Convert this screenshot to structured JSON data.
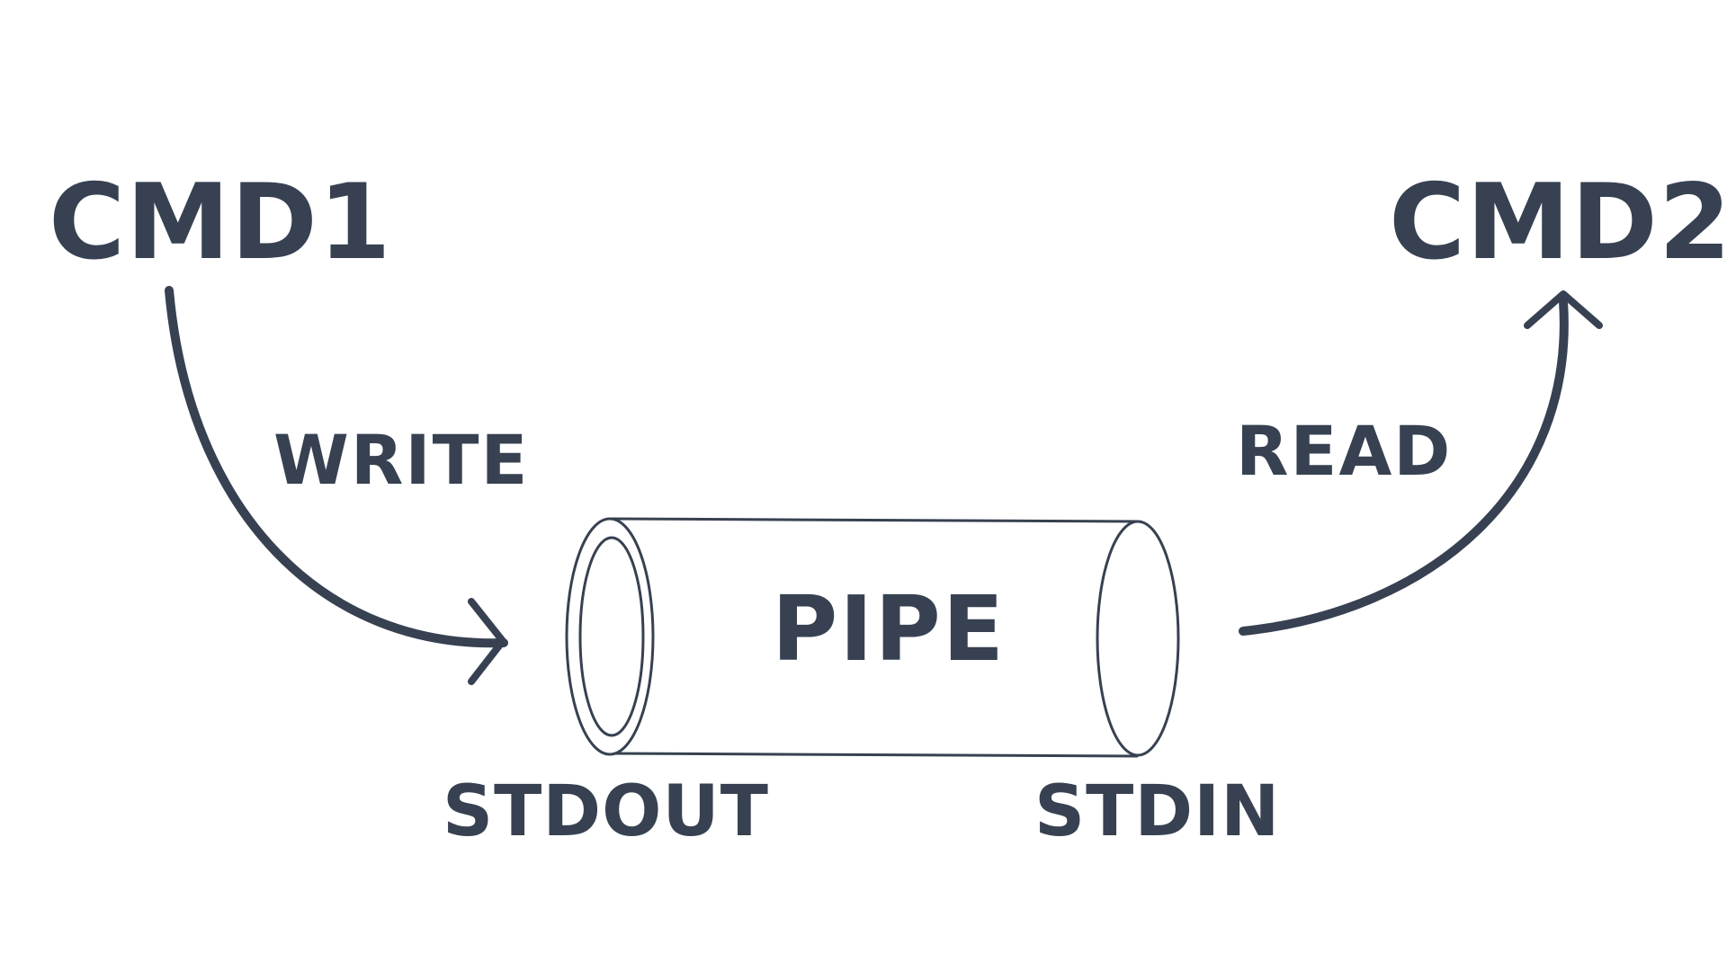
{
  "diagram": {
    "source_command": "CMD1",
    "target_command": "CMD2",
    "write_label": "WRITE",
    "read_label": "READ",
    "pipe_label": "PIPE",
    "stdout_label": "STDOUT",
    "stdin_label": "STDIN",
    "colors": {
      "ink": "#374151",
      "background": "#ffffff"
    }
  }
}
